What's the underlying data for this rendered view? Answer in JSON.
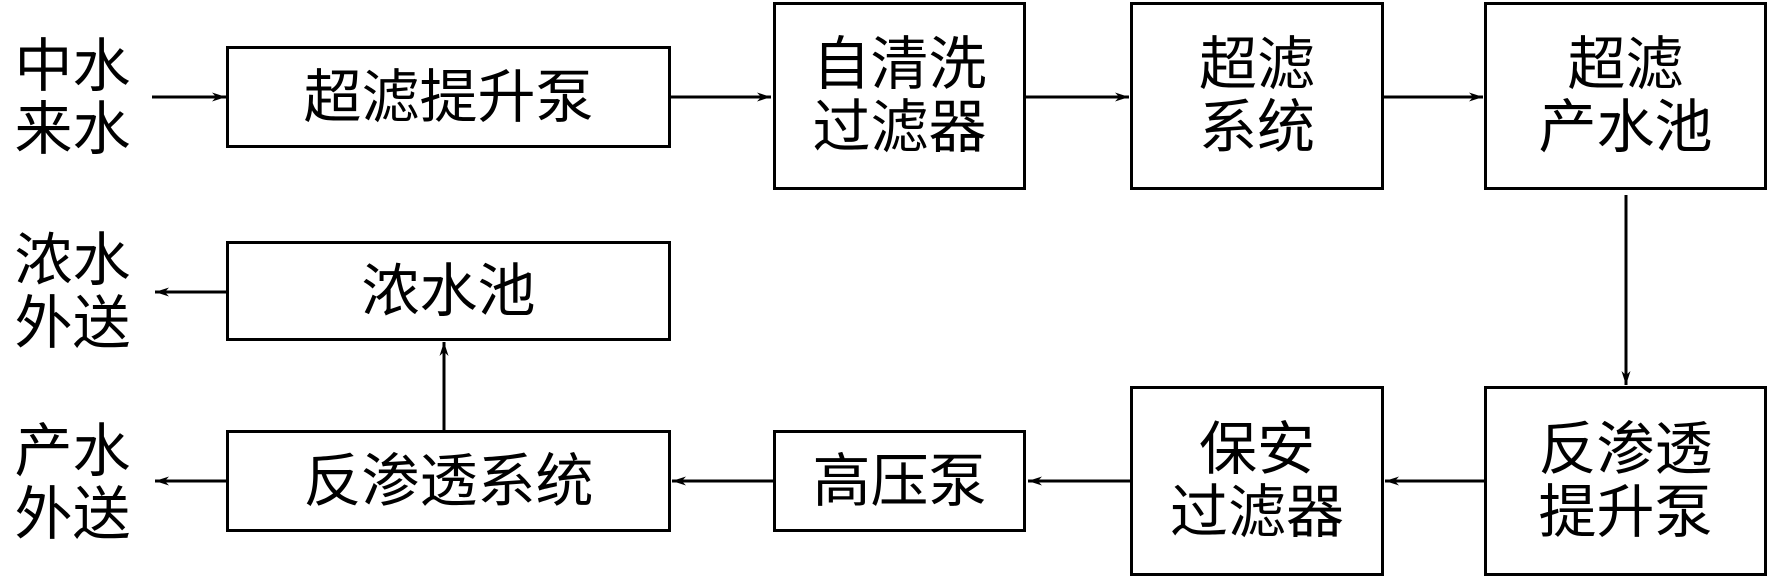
{
  "diagram": {
    "sources": {
      "reclaimed_in": "中水\n来水",
      "concentrate_out": "浓水\n外送",
      "product_out": "产水\n外送"
    },
    "nodes": {
      "uf_lift_pump": "超滤提升泵",
      "self_clean_filter": "自清洗\n过滤器",
      "uf_system": "超滤\n系统",
      "uf_product_tank": "超滤\n产水池",
      "ro_lift_pump": "反渗透\n提升泵",
      "security_filter": "保安\n过滤器",
      "high_pressure_pump": "高压泵",
      "ro_system": "反渗透系统",
      "concentrate_tank": "浓水池"
    }
  }
}
